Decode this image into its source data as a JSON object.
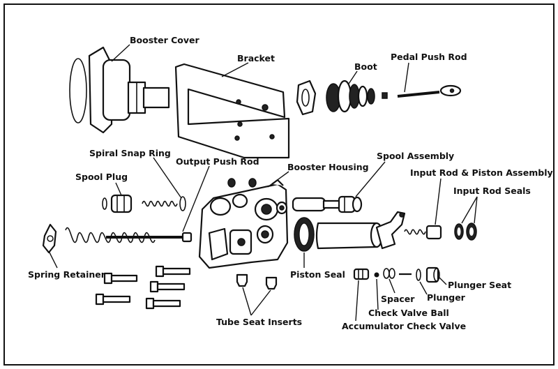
{
  "labels": {
    "booster_cover": "Booster Cover",
    "bracket": "Bracket",
    "boot": "Boot",
    "pedal_push_rod": "Pedal Push Rod",
    "spiral_snap_ring": "Spiral Snap Ring",
    "output_push_rod": "Output Push Rod",
    "booster_housing": "Booster Housing",
    "spool_assembly": "Spool Assembly",
    "spool_plug": "Spool Plug",
    "input_rod_piston_assembly": "Input Rod & Piston Assembly",
    "input_rod_seals": "Input Rod Seals",
    "spring_retainer": "Spring Retainer",
    "piston_seal": "Piston Seal",
    "plunger_seat": "Plunger Seat",
    "spacer": "Spacer",
    "plunger": "Plunger",
    "check_valve_ball": "Check Valve Ball",
    "tube_seat_inserts": "Tube Seat Inserts",
    "accumulator_check_valve": "Accumulator Check Valve"
  },
  "colors": {
    "ink": "#111111",
    "paper": "#ffffff"
  }
}
